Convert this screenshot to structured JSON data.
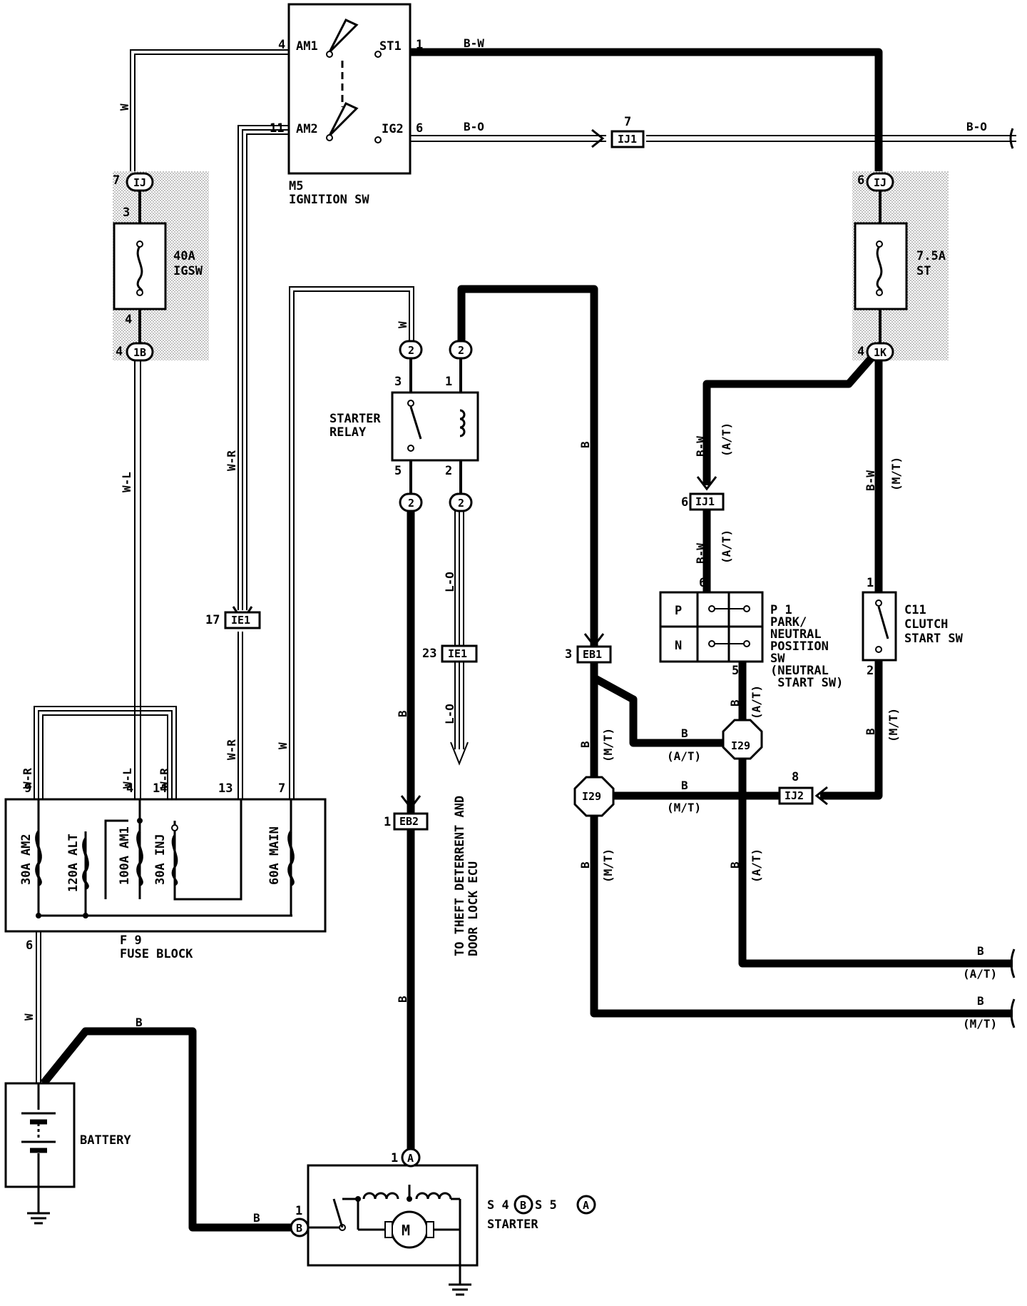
{
  "components": {
    "ignition_sw": {
      "id": "M5",
      "name": "IGNITION SW",
      "terminals": {
        "am1": "AM1",
        "am2": "AM2",
        "st1": "ST1",
        "ig2": "IG2"
      }
    },
    "fuse_block": {
      "id": "F 9",
      "name": "FUSE BLOCK",
      "fuses": {
        "am2": "30A AM2",
        "alt": "120A ALT",
        "am1": "100A AM1",
        "inj": "30A INJ",
        "main": "60A MAIN"
      }
    },
    "fuse_igsw": {
      "line1": "40A",
      "line2": "IGSW"
    },
    "fuse_st": {
      "line1": "7.5A",
      "line2": "ST"
    },
    "starter_relay": {
      "line1": "STARTER",
      "line2": "RELAY"
    },
    "pn_switch": {
      "id": "P 1",
      "lines": [
        "PARK/",
        "NEUTRAL",
        "POSITION",
        "SW",
        "(NEUTRAL",
        " START SW)"
      ],
      "p": "P",
      "n": "N"
    },
    "clutch_sw": {
      "id": "C11",
      "line1": "CLUTCH",
      "line2": "START SW"
    },
    "battery": {
      "name": "BATTERY"
    },
    "starter": {
      "ids": "S 4(B),S 5(A)",
      "s4": "S 4",
      "s4_pin": "B",
      "s5": "S 5",
      "s5_pin": "A",
      "name": "STARTER"
    },
    "theft_ecu": {
      "line1": "TO THEFT DETERRENT AND",
      "line2": "DOOR LOCK ECU"
    }
  },
  "connectors": {
    "ij_top_left": "IJ",
    "ib": "1B",
    "ij_top_right": "IJ",
    "ik": "1K",
    "ij1_top": "IJ1",
    "ie1_left": "IE1",
    "ie1_mid": "IE1",
    "eb1": "EB1",
    "eb2": "EB2",
    "ij1_right": "IJ1",
    "ij2": "IJ2",
    "i29": "I29",
    "i29b": "I29",
    "relay_top": "2",
    "relay_bottom": "2"
  },
  "pins": {
    "p4a": "4",
    "p11": "11",
    "p1": "1",
    "p6": "6",
    "p7a": "7",
    "p3": "3",
    "p4b": "4",
    "p4c": "4",
    "p7b": "7",
    "p6b": "6",
    "p4d": "4",
    "p3r": "3",
    "p1r": "1",
    "p5r": "5",
    "p2r": "2",
    "p17": "17",
    "p23": "23",
    "p3eb": "3",
    "p6ij": "6",
    "p6p": "6",
    "p5p": "5",
    "p1c": "1",
    "p2c": "2",
    "p8": "8",
    "p9f": "9",
    "p4f": "4",
    "p14f": "14",
    "p13f": "13",
    "p7f": "7",
    "p6f": "6",
    "p1eb2": "1",
    "p1a": "1",
    "p1b": "1"
  },
  "wire_colors": {
    "w": "W",
    "wl": "W-L",
    "wr": "W-R",
    "bw": "B-W",
    "bo": "B-O",
    "b": "B",
    "lo": "L-O",
    "at": "(A/T)",
    "mt": "(M/T)"
  }
}
